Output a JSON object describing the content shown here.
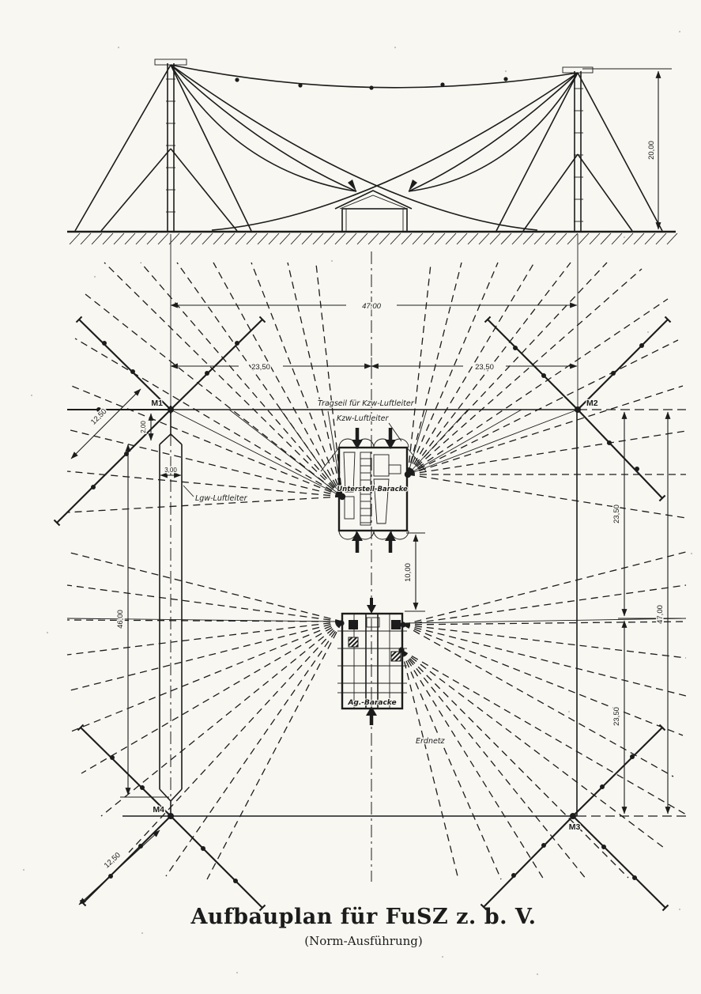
{
  "page": {
    "title": "Aufbauplan für FuSZ z. b. V.",
    "subtitle": "(Norm-Ausführung)"
  },
  "labels": {
    "tragseil": "Tragseil für Kzw-Luftleiter",
    "kzw": "Kzw-Luftleiter",
    "lgw": "Lgw-Luftleiter",
    "unterstell_baracke": "Unterstell-Baracke",
    "ag_baracke": "Ag.-Baracke",
    "erdnetz": "Erdnetz"
  },
  "masts": {
    "m1": "M1",
    "m2": "M2",
    "m3": "M3",
    "m4": "M4"
  },
  "dimensions": {
    "span_total_top": "47.00",
    "span_left_half": "23,50",
    "span_right_half": "23,50",
    "side_upper_half": "23,50",
    "side_lower_half": "23,50",
    "side_total": "47,00",
    "mast_height": "20,00",
    "baracke_gap": "10,00",
    "lgw_length": "46,00",
    "lgw_width": "3,00",
    "lgw_offset": "2,00",
    "anchor_m1": "12,50",
    "anchor_m4": "12,50"
  },
  "colors": {
    "ink": "#1c1c1c",
    "paper": "#f8f7f2"
  }
}
